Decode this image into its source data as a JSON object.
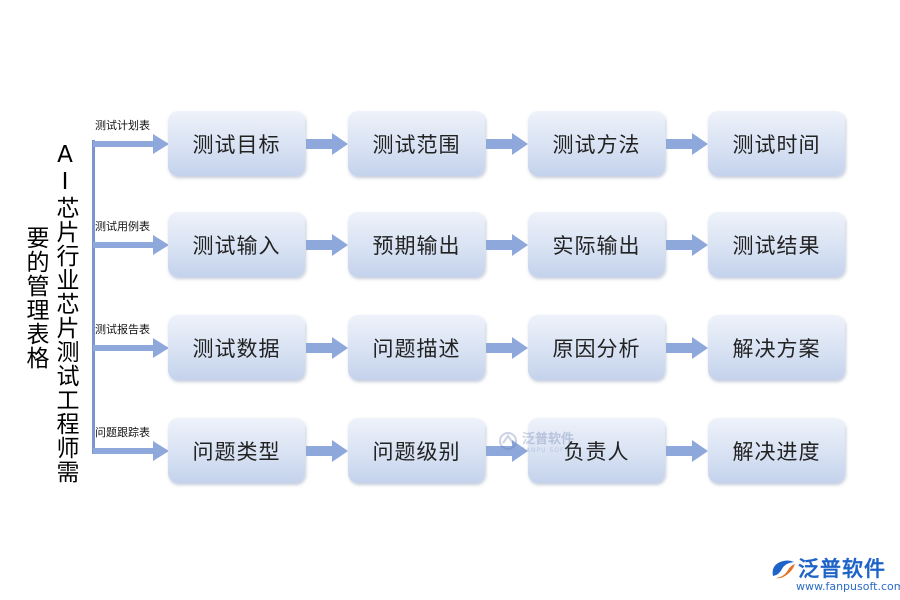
{
  "title": {
    "line1": "AI芯片行业芯片测试工程师需",
    "line2": "要的管理表格"
  },
  "rows": [
    {
      "label": "测试计划表",
      "steps": [
        "测试目标",
        "测试范围",
        "测试方法",
        "测试时间"
      ]
    },
    {
      "label": "测试用例表",
      "steps": [
        "测试输入",
        "预期输出",
        "实际输出",
        "测试结果"
      ]
    },
    {
      "label": "测试报告表",
      "steps": [
        "测试数据",
        "问题描述",
        "原因分析",
        "解决方案"
      ]
    },
    {
      "label": "问题跟踪表",
      "steps": [
        "问题类型",
        "问题级别",
        "负责人",
        "解决进度"
      ]
    }
  ],
  "watermark": {
    "name": "泛普软件",
    "sub": "FANPU SOFT"
  },
  "brand": {
    "name": "泛普软件",
    "url": "www.fanpusoft.com",
    "logo_icon": "fanpu-logo-icon"
  },
  "colors": {
    "arrow": "#8fa8dc",
    "spine": "#7c95cf",
    "box_top": "#eef2fa",
    "box_bottom": "#c4d2ec",
    "brand": "#1e64c8"
  }
}
